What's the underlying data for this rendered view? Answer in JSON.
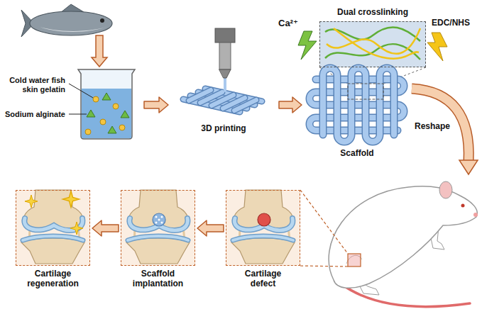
{
  "diagram": {
    "nodes": [
      {
        "text": [
          "Cold water fish skin gelatin",
          "Sodium alginate"
        ]
      },
      {
        "text": [
          "3D printing"
        ]
      },
      {
        "text": [
          "Dual crosslinking"
        ]
      },
      {
        "text": [
          "Scaffold"
        ]
      },
      {
        "text": [
          "Cartilage regeneration"
        ]
      },
      {
        "text": [
          "Scaffold implantation"
        ]
      },
      {
        "text": [
          "Cartilage defect"
        ]
      }
    ],
    "edges": [
      {
        "from": 0,
        "to": 1,
        "arrow": "to"
      },
      {
        "from": 1,
        "to": 3,
        "arrow": "to"
      },
      {
        "from": 6,
        "to": 5,
        "arrow": "to"
      },
      {
        "from": 5,
        "to": 4,
        "arrow": "to"
      }
    ],
    "labels": [
      "Ca²⁺",
      "EDC/NHS",
      "Reshape"
    ]
  }
}
